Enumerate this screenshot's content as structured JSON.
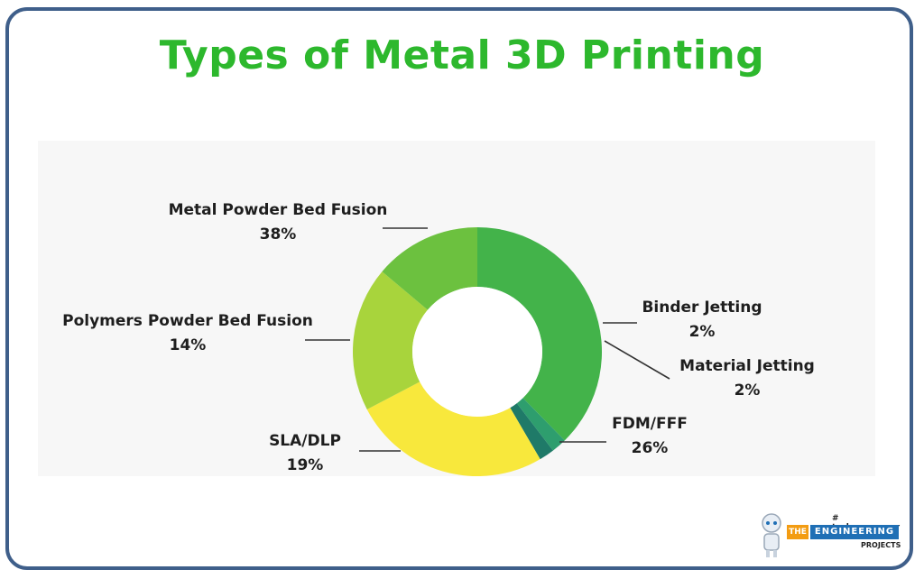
{
  "colors": {
    "title": "#2db82d",
    "frame": "#3f5f8a",
    "slice_metal_powder_bed_fusion": "#43b34a",
    "slice_binder_jetting": "#2e9e6e",
    "slice_material_jetting": "#1f7a68",
    "slice_fdm_fff": "#f8e83c",
    "slice_sla_dlp": "#a8d43c",
    "slice_polymers_powder_bed_fusion": "#6cc13f",
    "leader_line": "#333333"
  },
  "chart_data": {
    "type": "pie",
    "variant": "donut",
    "title": "Types of Metal 3D Printing",
    "categories": [
      "Metal Powder Bed Fusion",
      "Binder Jetting",
      "Material Jetting",
      "FDM/FFF",
      "SLA/DLP",
      "Polymers Powder Bed Fusion"
    ],
    "values": [
      38,
      2,
      2,
      26,
      19,
      14
    ],
    "value_labels": [
      "38%",
      "2%",
      "2%",
      "26%",
      "19%",
      "14%"
    ],
    "start_angle_deg": -90,
    "direction": "clockwise",
    "legend": "none"
  },
  "logo": {
    "tagline": "# technopreneur",
    "the": "THE",
    "engineering": "ENGINEERING",
    "projects": "PROJECTS"
  }
}
